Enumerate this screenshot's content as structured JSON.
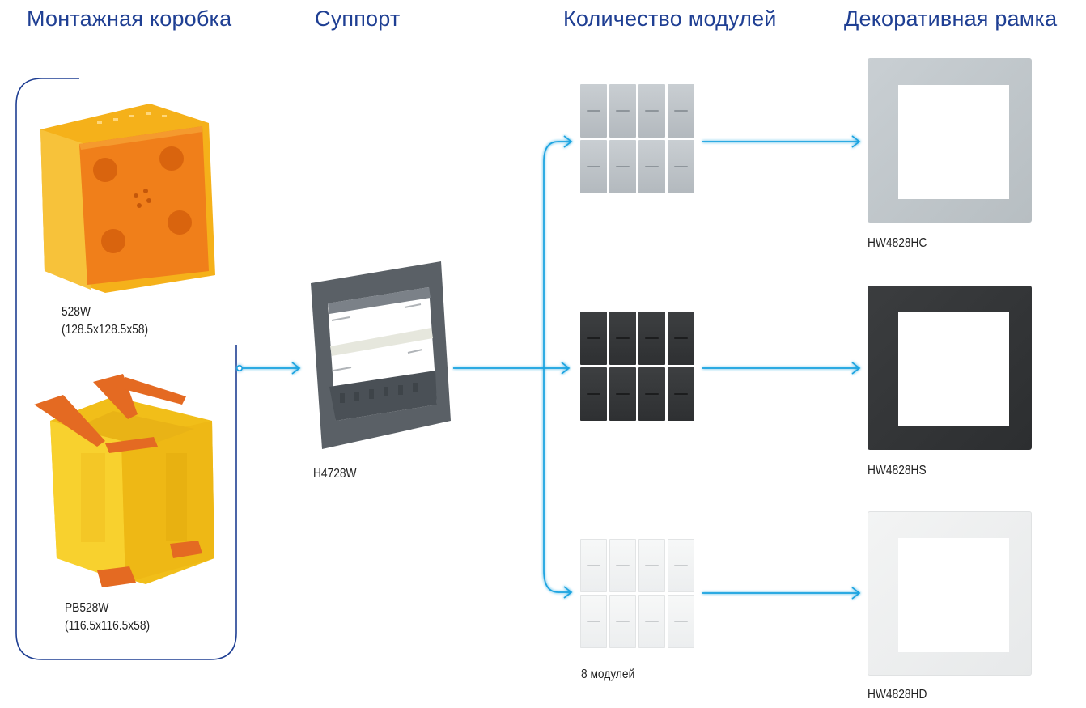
{
  "headers": {
    "box": "Монтажная коробка",
    "support": "Суппорт",
    "modules": "Количество модулей",
    "frame": "Декоративная рамка"
  },
  "boxes": [
    {
      "code": "528W",
      "size": "(128.5x128.5x58)",
      "color": "orange"
    },
    {
      "code": "PB528W",
      "size": "(116.5x116.5x58)",
      "color": "yellow"
    }
  ],
  "support": {
    "code": "H4728W"
  },
  "modules": {
    "count_label": "8 модулей",
    "variants": [
      "silver",
      "dark",
      "white"
    ]
  },
  "frames": [
    {
      "code": "HW4828HC",
      "finish": "silver"
    },
    {
      "code": "HW4828HS",
      "finish": "dark"
    },
    {
      "code": "HW4828HD",
      "finish": "white"
    }
  ],
  "colors": {
    "header": "#1f3f93",
    "bracket": "#1f3f93",
    "arrow": "#1aa3e0",
    "box_orange": "#f07f1a",
    "box_yellow": "#f5c31c"
  }
}
